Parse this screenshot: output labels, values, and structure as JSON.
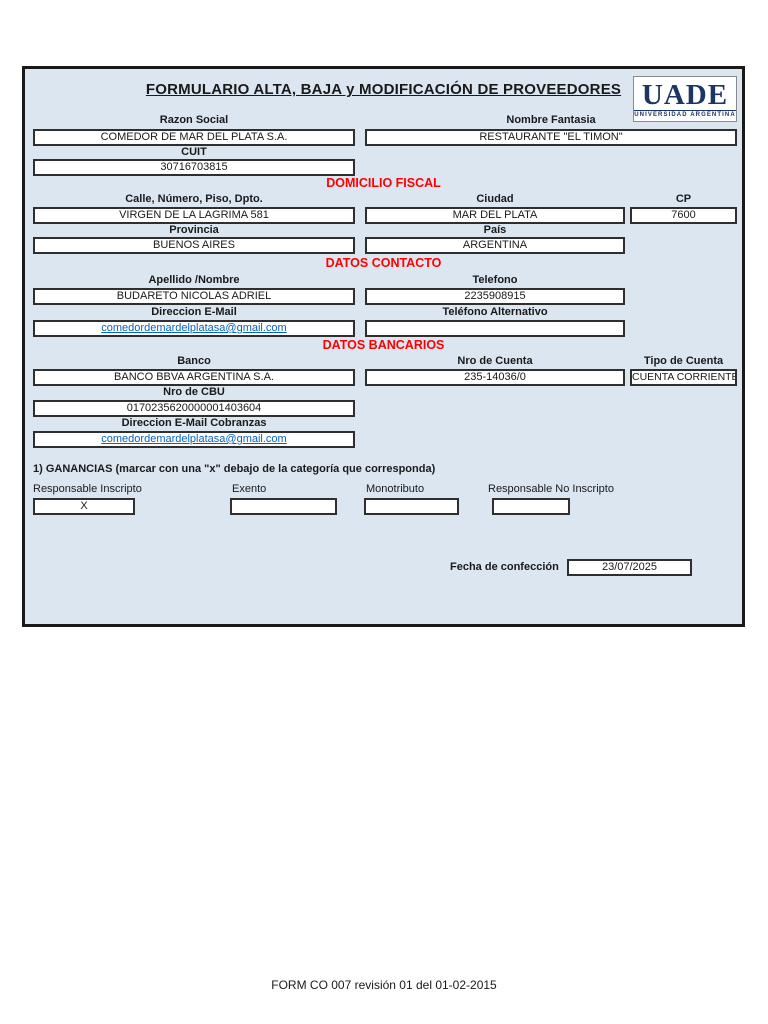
{
  "header": {
    "title": "FORMULARIO ALTA, BAJA y MODIFICACIÓN DE PROVEEDORES",
    "logo": {
      "name": "UADE",
      "subtitle": "UNIVERSIDAD ARGENTINA"
    }
  },
  "general": {
    "razon_social": {
      "label": "Razon Social",
      "value": "COMEDOR DE MAR DEL PLATA S.A."
    },
    "nombre_fantasia": {
      "label": "Nombre Fantasia",
      "value": "RESTAURANTE \"EL TIMON\""
    },
    "cuit": {
      "label": "CUIT",
      "value": "30716703815"
    }
  },
  "domicilio_fiscal": {
    "section_title": "DOMICILIO FISCAL",
    "calle": {
      "label": "Calle, Número, Piso, Dpto.",
      "value": "VIRGEN DE LA LAGRIMA 581"
    },
    "ciudad": {
      "label": "Ciudad",
      "value": "MAR DEL PLATA"
    },
    "cp": {
      "label": "CP",
      "value": "7600"
    },
    "provincia": {
      "label": "Provincia",
      "value": "BUENOS AIRES"
    },
    "pais": {
      "label": "País",
      "value": "ARGENTINA"
    }
  },
  "datos_contacto": {
    "section_title": "DATOS CONTACTO",
    "apellido_nombre": {
      "label": "Apellido /Nombre",
      "value": "BUDARETO NICOLAS ADRIEL"
    },
    "telefono": {
      "label": "Telefono",
      "value": "2235908915"
    },
    "email": {
      "label": "Direccion E-Mail",
      "value": "comedordemardelplatasa@gmail.com"
    },
    "telefono_alternativo": {
      "label": "Teléfono Alternativo",
      "value": ""
    }
  },
  "datos_bancarios": {
    "section_title": "DATOS BANCARIOS",
    "banco": {
      "label": "Banco",
      "value": "BANCO BBVA ARGENTINA S.A."
    },
    "nro_cuenta": {
      "label": "Nro de Cuenta",
      "value": "235-14036/0"
    },
    "tipo_cuenta": {
      "label": "Tipo de Cuenta",
      "value": "CUENTA CORRIENTE"
    },
    "cbu": {
      "label": "Nro de CBU",
      "value": "0170235620000001403604"
    },
    "email_cobranzas": {
      "label": "Direccion E-Mail Cobranzas",
      "value": "comedordemardelplatasa@gmail.com"
    }
  },
  "ganancias": {
    "title": "1) GANANCIAS (marcar con una \"x\" debajo de la categoría que corresponda)",
    "options": [
      {
        "label": "Responsable Inscripto",
        "value": "X"
      },
      {
        "label": "Exento",
        "value": ""
      },
      {
        "label": "Monotributo",
        "value": ""
      },
      {
        "label": "Responsable No Inscripto",
        "value": ""
      }
    ]
  },
  "fecha_confeccion": {
    "label": "Fecha de confección",
    "value": "23/07/2025"
  },
  "footer": {
    "text": "FORM CO 007 revisión 01 del 01-02-2015"
  },
  "colors": {
    "form_background": "#DCE6F1",
    "section_header_red": "#FF0000",
    "link_blue": "#0563C1",
    "uade_navy": "#1C3564"
  }
}
